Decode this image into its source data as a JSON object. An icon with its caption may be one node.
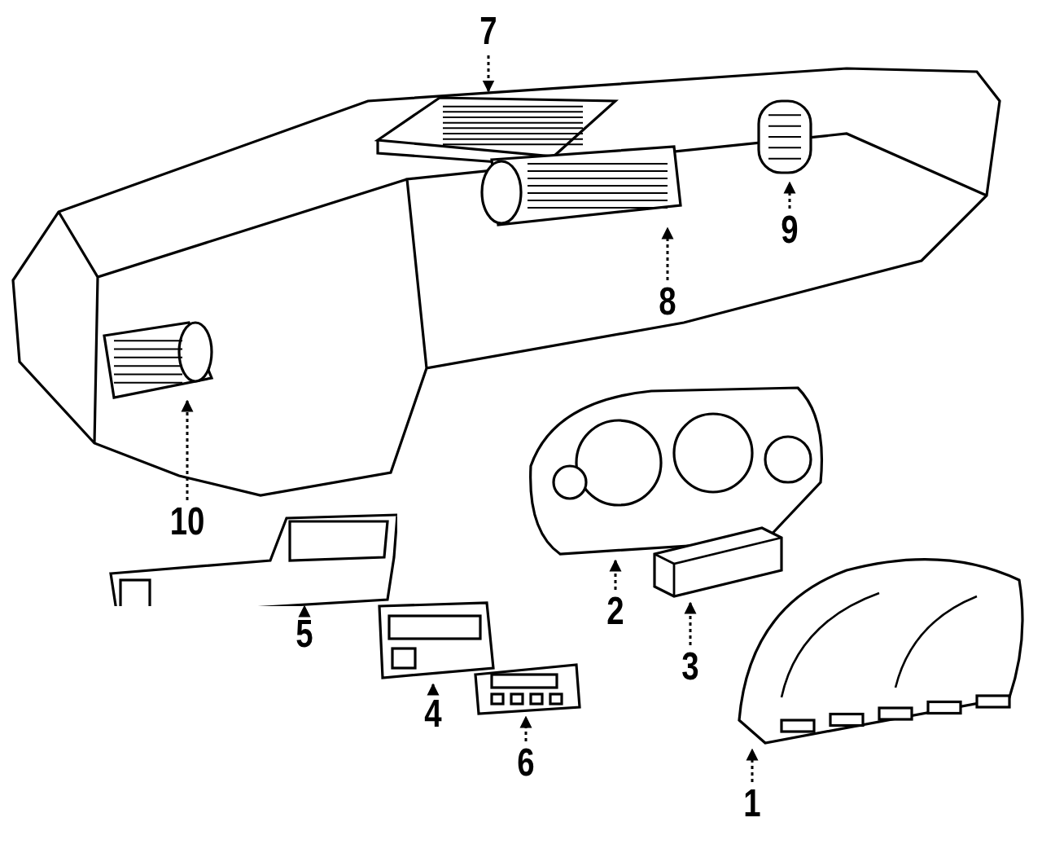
{
  "diagram": {
    "nodes": [
      {
        "text": [
          "7"
        ]
      },
      {
        "text": [
          "9"
        ]
      },
      {
        "text": [
          "8"
        ]
      },
      {
        "text": [
          "10"
        ]
      },
      {
        "text": [
          "2"
        ]
      },
      {
        "text": [
          "5"
        ]
      },
      {
        "text": [
          "3"
        ]
      },
      {
        "text": [
          "4"
        ]
      },
      {
        "text": [
          "6"
        ]
      },
      {
        "text": [
          "1"
        ]
      },
      {
        "text": [],
        "shape": "picture"
      },
      {
        "text": [],
        "shape": "picture"
      },
      {
        "text": [],
        "shape": "picture"
      },
      {
        "text": [],
        "shape": "picture"
      },
      {
        "text": [],
        "shape": "picture"
      },
      {
        "text": [],
        "shape": "picture"
      },
      {
        "text": [],
        "shape": "picture"
      },
      {
        "text": [],
        "shape": "picture"
      },
      {
        "text": [],
        "shape": "picture"
      },
      {
        "text": [],
        "shape": "picture"
      }
    ],
    "edges": [
      {
        "from": 0,
        "to": 10,
        "arrow": "to"
      },
      {
        "from": 1,
        "to": 11,
        "arrow": "to"
      },
      {
        "from": 2,
        "to": 12,
        "arrow": "to"
      },
      {
        "from": 3,
        "to": 13,
        "arrow": "to"
      },
      {
        "from": 4,
        "to": 14,
        "arrow": "to"
      },
      {
        "from": 5,
        "to": 15,
        "arrow": "to"
      },
      {
        "from": 6,
        "to": 16,
        "arrow": "to"
      },
      {
        "from": 7,
        "to": 17,
        "arrow": "to"
      },
      {
        "from": 8,
        "to": 18,
        "arrow": "to"
      },
      {
        "from": 9,
        "to": 19,
        "arrow": "to"
      }
    ]
  }
}
